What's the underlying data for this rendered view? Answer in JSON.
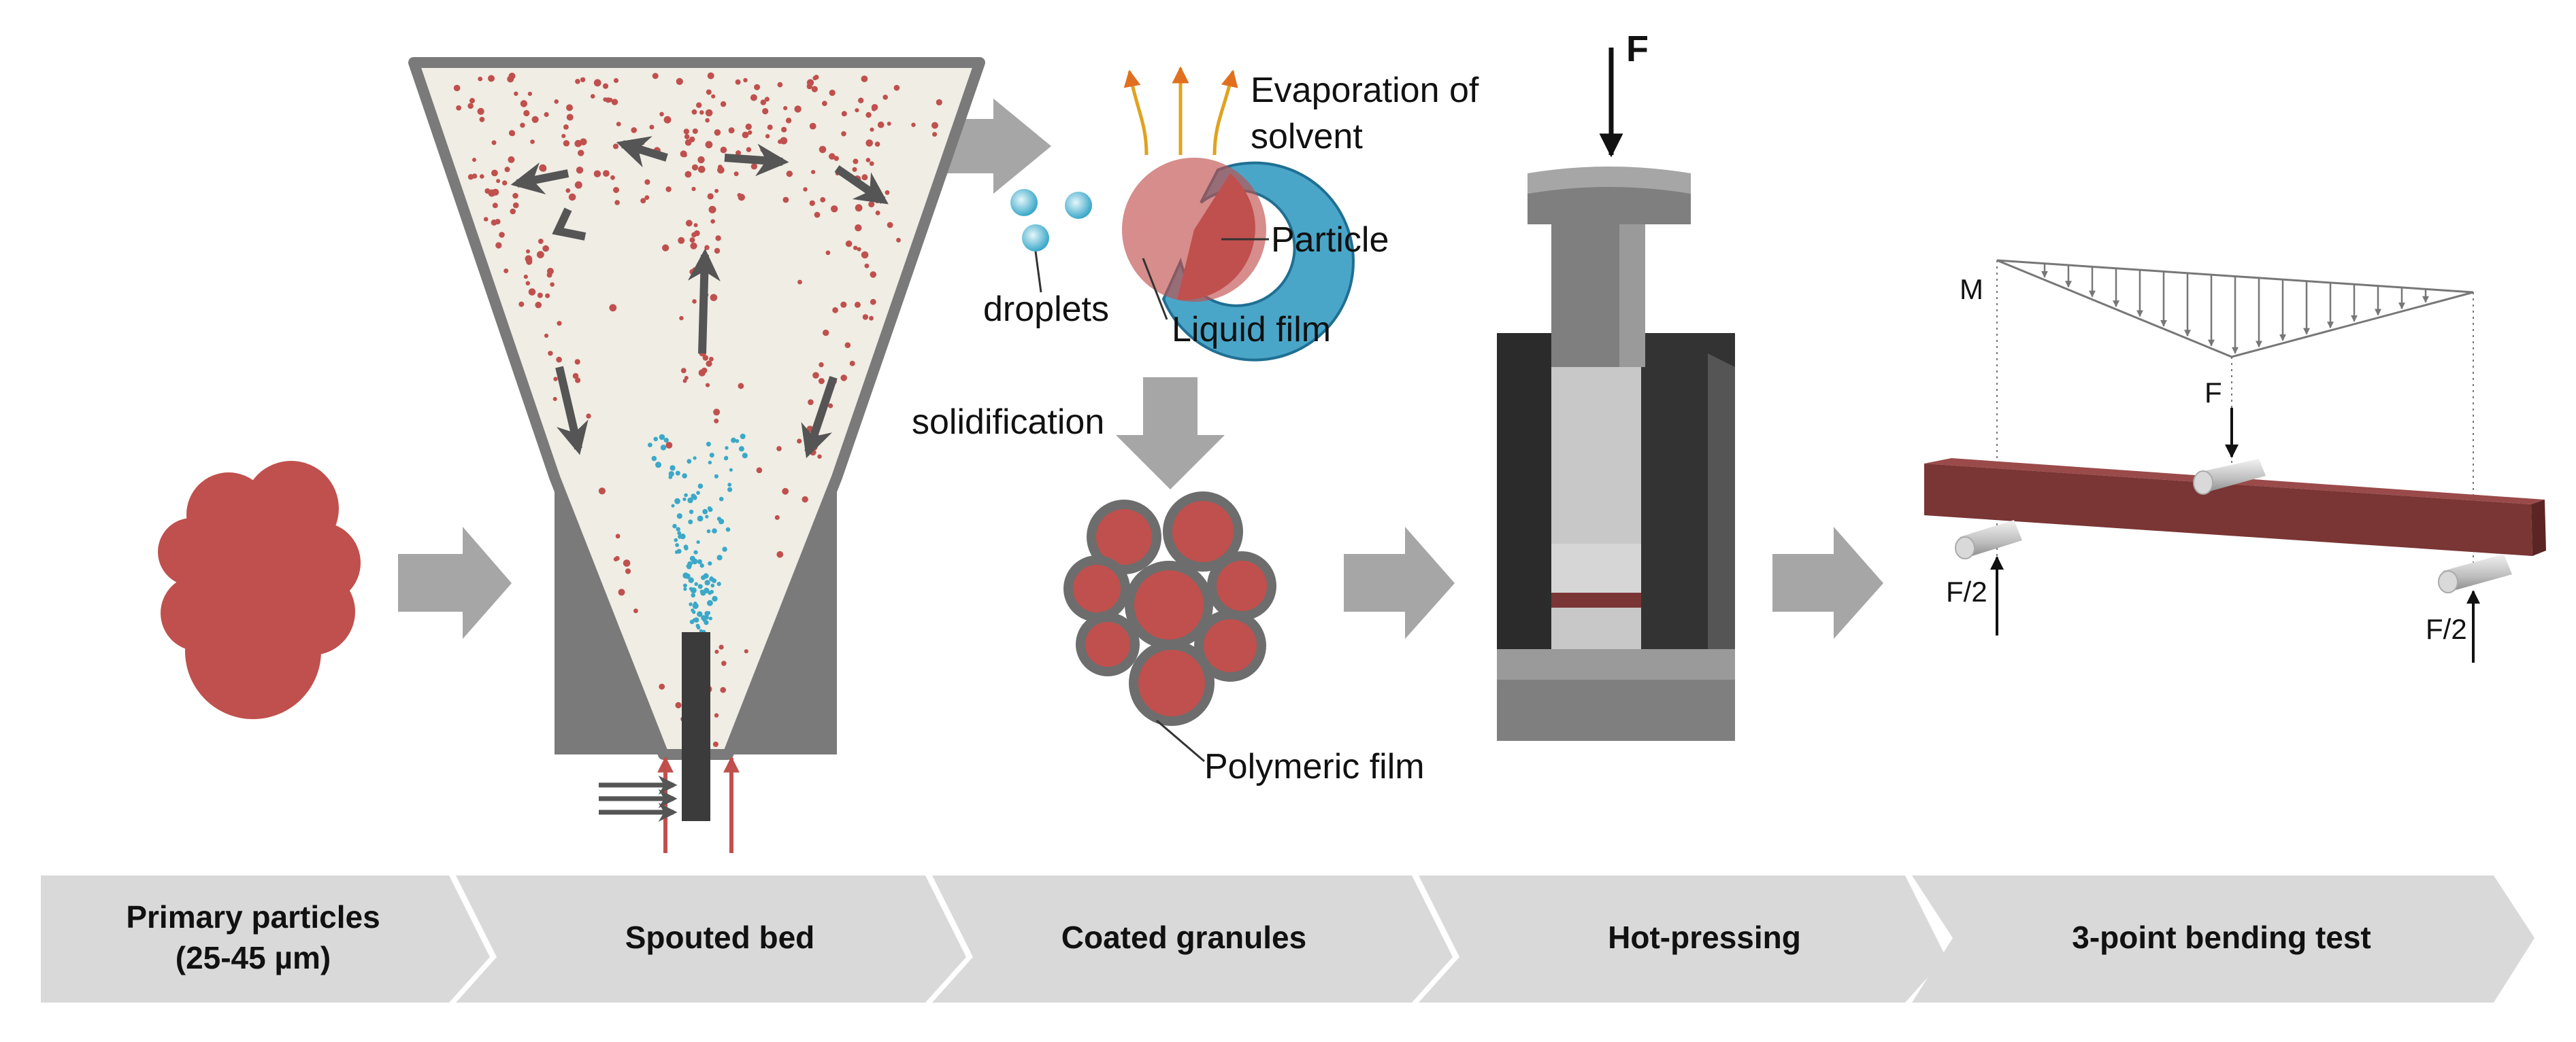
{
  "colors": {
    "particle": "#c0504d",
    "particle_outline": "#6d6d6d",
    "arrow_gray": "#a6a6a6",
    "dark_arrow": "#555555",
    "funnel_fill": "#efede4",
    "funnel_wall": "#7a7a7a",
    "press_dark": "#333333",
    "press_mid": "#7f7f7f",
    "press_light": "#c8c8c8",
    "beam": "#7a3535",
    "droplet": "#3aa8c9",
    "vapor": "#e0701f",
    "banner": "#d9d9d9"
  },
  "stages": [
    {
      "line1": "Primary particles",
      "line2": "(25-45 µm)"
    },
    {
      "line1": "Spouted bed",
      "line2": ""
    },
    {
      "line1": "Coated granules",
      "line2": ""
    },
    {
      "line1": "Hot-pressing",
      "line2": ""
    },
    {
      "line1": "3-point bending test",
      "line2": ""
    }
  ],
  "labels": {
    "evaporation_line1": "Evaporation of",
    "evaporation_line2": "solvent",
    "particle": "Particle",
    "droplets": "droplets",
    "liquid_film": "Liquid film",
    "solidification": "solidification",
    "polymeric_film": "Polymeric film",
    "force": "F",
    "bending_force": "F",
    "moment": "M",
    "half_force_left": "F/2",
    "half_force_right": "F/2"
  }
}
